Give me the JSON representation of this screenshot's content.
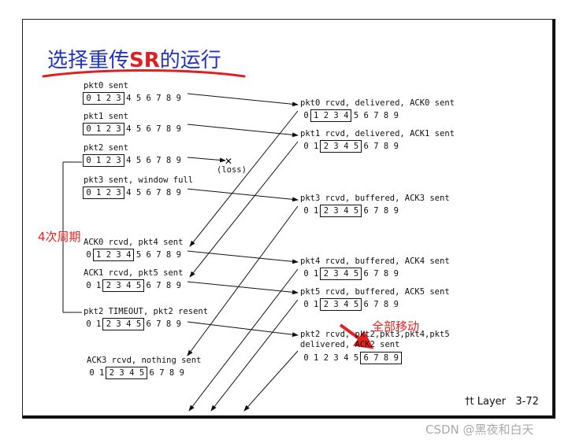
{
  "title": {
    "part1": "选择重传",
    "part2": "SR",
    "part3": "的运行"
  },
  "sender": [
    {
      "label": "pkt0 sent",
      "window": [
        0,
        3
      ]
    },
    {
      "label": "pkt1 sent",
      "window": [
        0,
        3
      ]
    },
    {
      "label": "pkt2 sent",
      "window": [
        0,
        3
      ]
    },
    {
      "label": "pkt3 sent, window full",
      "window": [
        0,
        3
      ]
    },
    {
      "label": "ACK0 rcvd, pkt4 sent",
      "window": [
        1,
        4
      ]
    },
    {
      "label": "ACK1 rcvd, pkt5 sent",
      "window": [
        2,
        5
      ]
    },
    {
      "label": "pkt2 TIMEOUT, pkt2 resent",
      "window": [
        2,
        5
      ]
    },
    {
      "label": "ACK3 rcvd, nothing sent",
      "window": [
        2,
        5
      ]
    }
  ],
  "receiver": [
    {
      "label": "pkt0 rcvd, delivered, ACK0 sent",
      "window": [
        1,
        4
      ]
    },
    {
      "label": "pkt1 rcvd, delivered, ACK1 sent",
      "window": [
        2,
        5
      ]
    },
    {
      "label": "pkt3 rcvd, buffered, ACK3 sent",
      "window": [
        2,
        5
      ]
    },
    {
      "label": "pkt4 rcvd, buffered, ACK4 sent",
      "window": [
        2,
        5
      ]
    },
    {
      "label": "pkt5 rcvd, buffered, ACK5 sent",
      "window": [
        2,
        5
      ]
    },
    {
      "label": "pkt2 rcvd, pkt2,pkt3,pkt4,pkt5",
      "label2": "delivered, ACK2 sent",
      "window": [
        6,
        9
      ]
    }
  ],
  "sequence_numbers": [
    "0",
    "1",
    "2",
    "3",
    "4",
    "5",
    "6",
    "7",
    "8",
    "9"
  ],
  "loss_label": "(loss)",
  "annotations": {
    "cycle": "4次周期",
    "move_all": "全部移动"
  },
  "footer": "†t Layer   3-72",
  "watermark": "CSDN @黑夜和白天",
  "colors": {
    "title": "#2233bb",
    "accent": "#e02020"
  }
}
